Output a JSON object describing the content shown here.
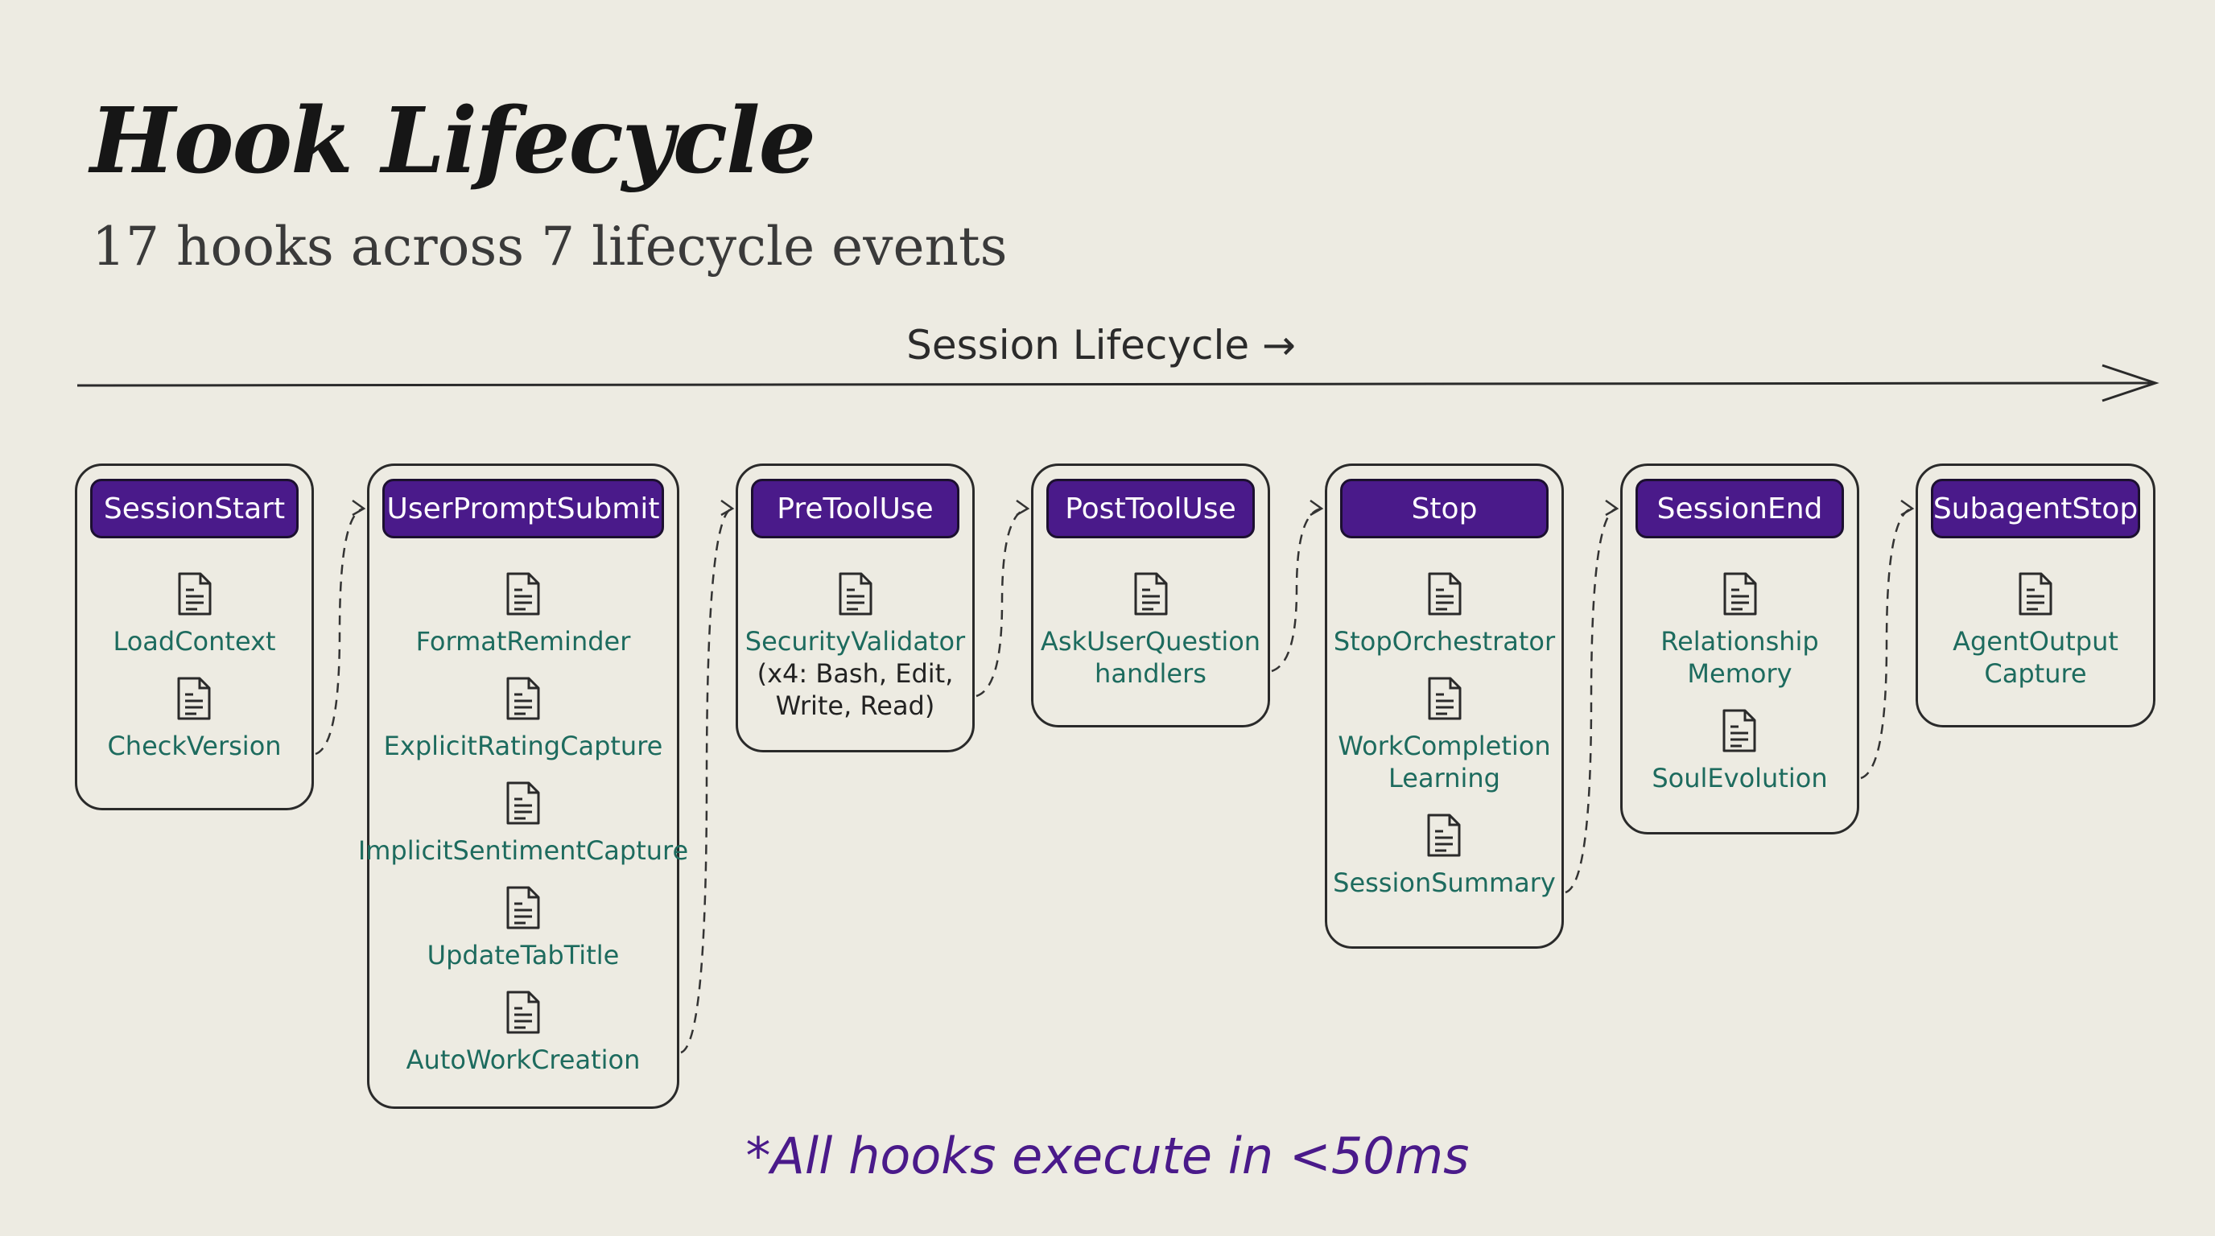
{
  "title": "Hook Lifecycle",
  "subtitle": "17 hooks across 7 lifecycle events",
  "timeline_label": "Session Lifecycle →",
  "footer": "*All hooks execute in <50ms",
  "colors": {
    "event_header": "#4a1a8a",
    "hook_label": "#1d6b5e",
    "background": "#edebe2"
  },
  "events": [
    {
      "name": "SessionStart",
      "hooks": [
        "LoadContext",
        "CheckVersion"
      ]
    },
    {
      "name": "UserPromptSubmit",
      "hooks": [
        "FormatReminder",
        "ExplicitRatingCapture",
        "ImplicitSentimentCapture",
        "UpdateTabTitle",
        "AutoWorkCreation"
      ]
    },
    {
      "name": "PreToolUse",
      "hooks": [
        "SecurityValidator"
      ],
      "note": "(x4: Bash, Edit,\nWrite, Read)"
    },
    {
      "name": "PostToolUse",
      "hooks": [
        "AskUserQuestion\nhandlers"
      ]
    },
    {
      "name": "Stop",
      "hooks": [
        "StopOrchestrator",
        "WorkCompletion\nLearning",
        "SessionSummary"
      ]
    },
    {
      "name": "SessionEnd",
      "hooks": [
        "Relationship\nMemory",
        "SoulEvolution"
      ]
    },
    {
      "name": "SubagentStop",
      "hooks": [
        "AgentOutput\nCapture"
      ]
    }
  ]
}
